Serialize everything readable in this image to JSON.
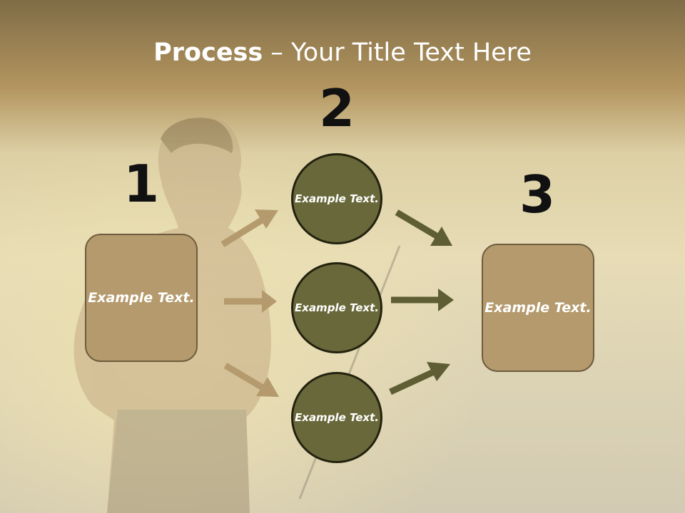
{
  "slide": {
    "title_bold": "Process",
    "title_rest": " – Your Title Text Here",
    "step_numbers": [
      "1",
      "2",
      "3"
    ],
    "left_box": "Example Text.",
    "right_box": "Example Text.",
    "circles": [
      "Example Text.",
      "Example Text.",
      "Example Text."
    ]
  },
  "colors": {
    "box_fill": "#b49a6c",
    "circle_fill": "#69683a",
    "arrow_light": "#b49a6c",
    "arrow_dark": "#5e5d33"
  }
}
